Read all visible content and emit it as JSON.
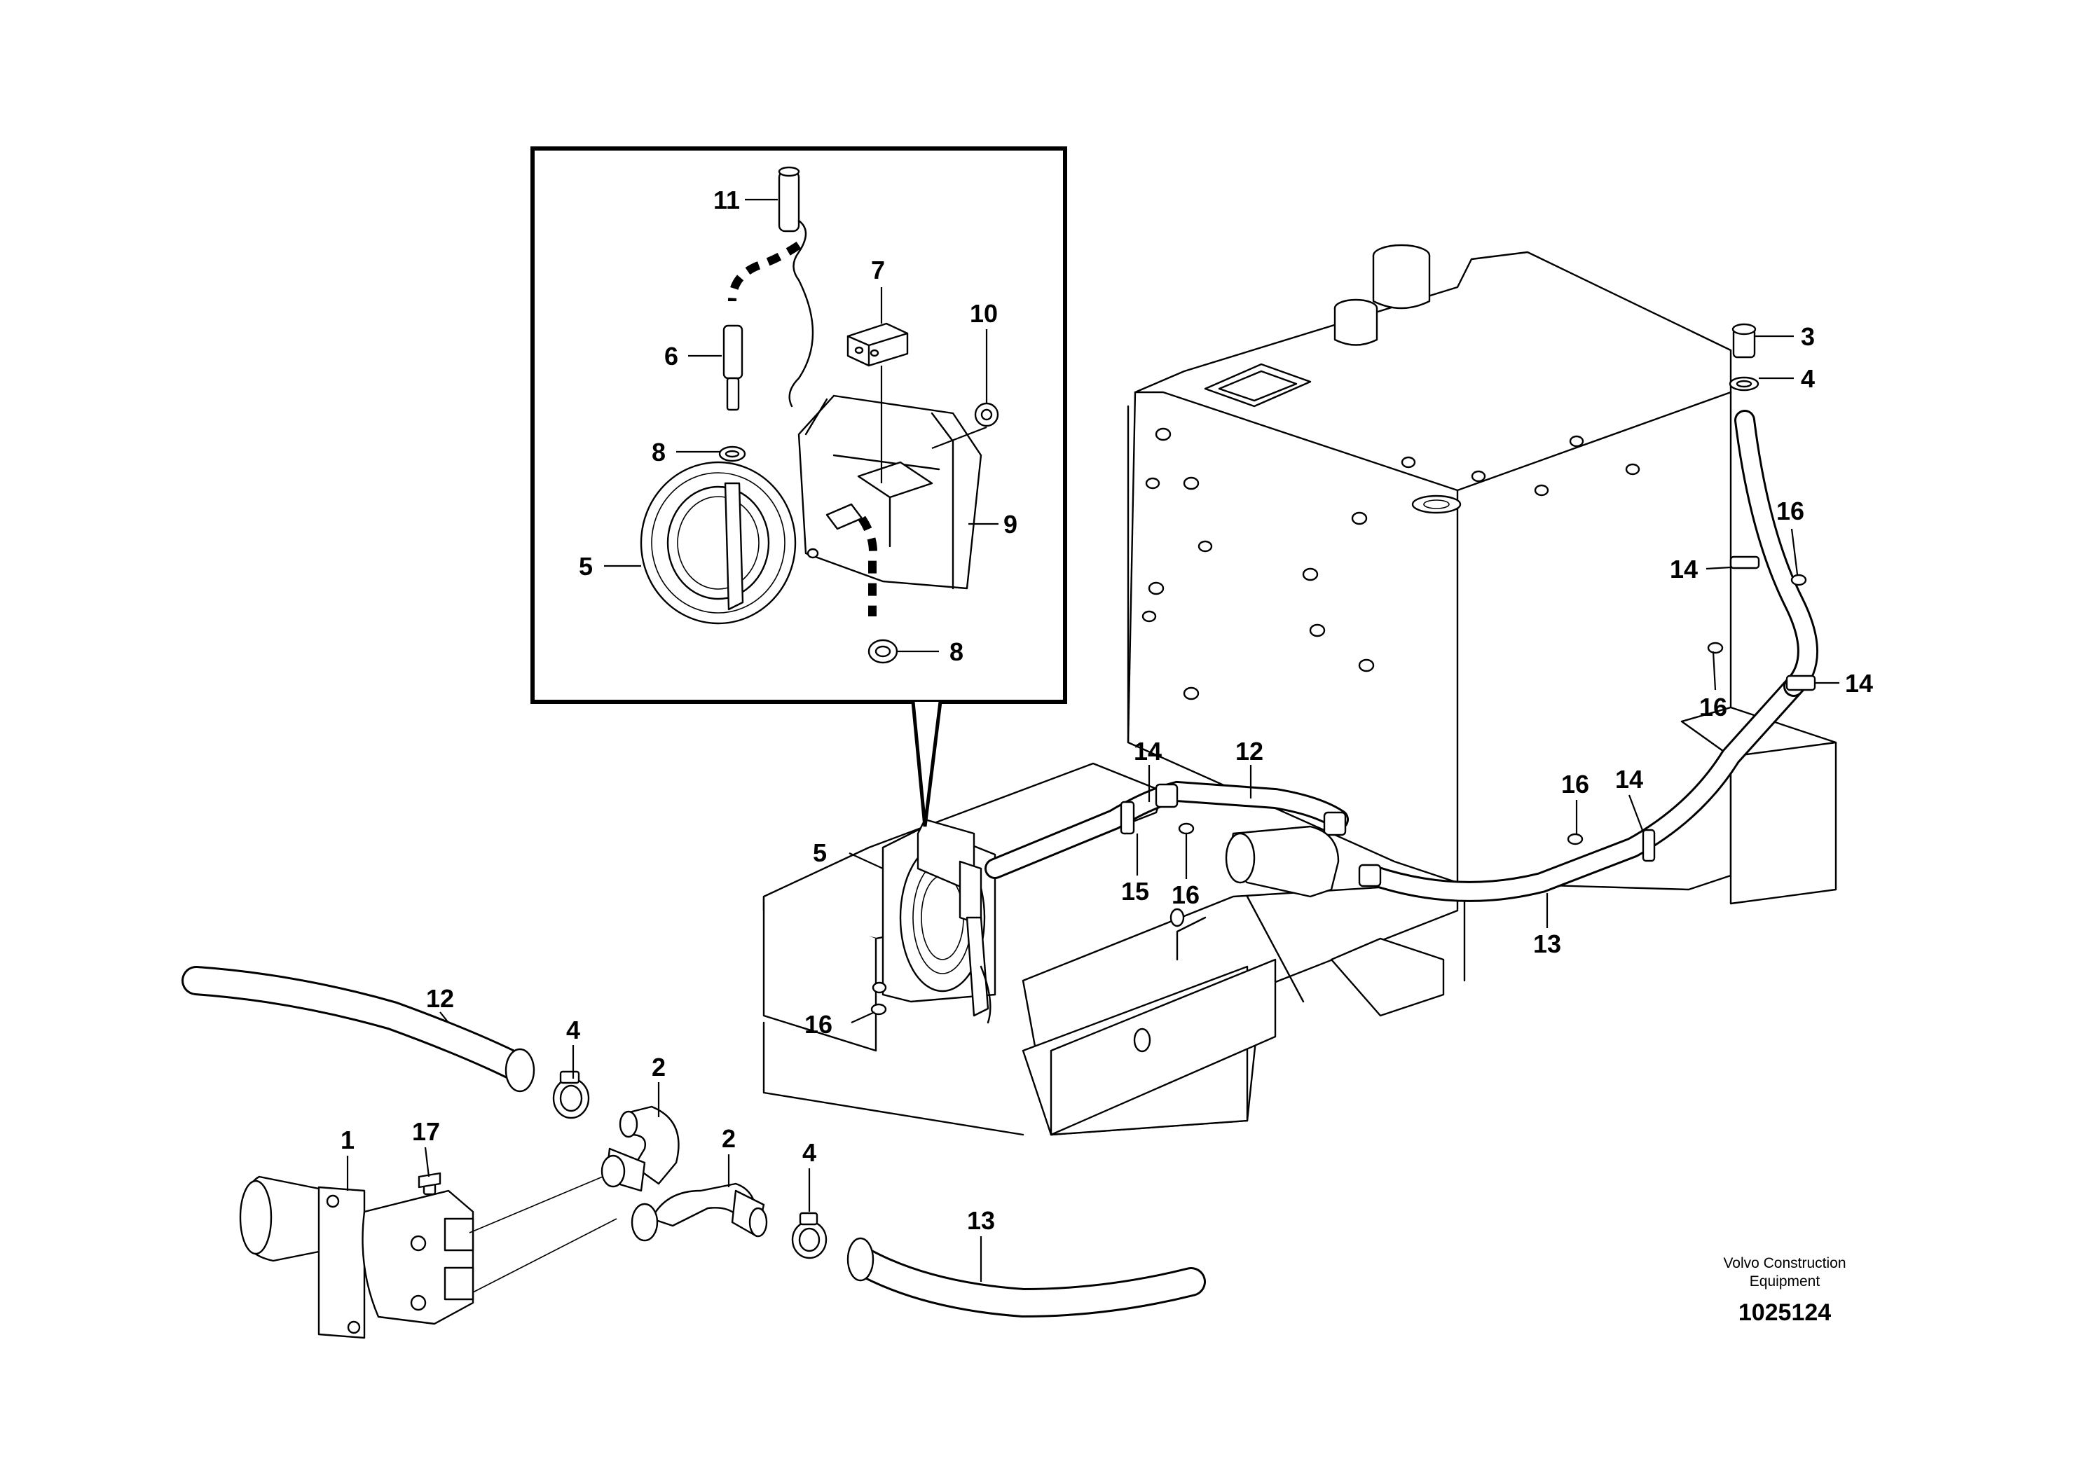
{
  "callouts": {
    "c11": "11",
    "c7": "7",
    "c6": "6",
    "c10": "10",
    "c8a": "8",
    "c9": "9",
    "c5a": "5",
    "c8b": "8",
    "c3": "3",
    "c4a": "4",
    "c16a": "16",
    "c14a": "14",
    "c14b": "14",
    "c16b": "16",
    "c14c": "14",
    "c12a": "12",
    "c16c": "16",
    "c14d": "14",
    "c5b": "5",
    "c15": "15",
    "c16d": "16",
    "c13a": "13",
    "c16e": "16",
    "c12b": "12",
    "c4b": "4",
    "c2a": "2",
    "c17": "17",
    "c1": "1",
    "c2b": "2",
    "c4c": "4",
    "c13b": "13"
  },
  "credit": {
    "line1": "Volvo Construction",
    "line2": "Equipment"
  },
  "doc_number": "1025124"
}
